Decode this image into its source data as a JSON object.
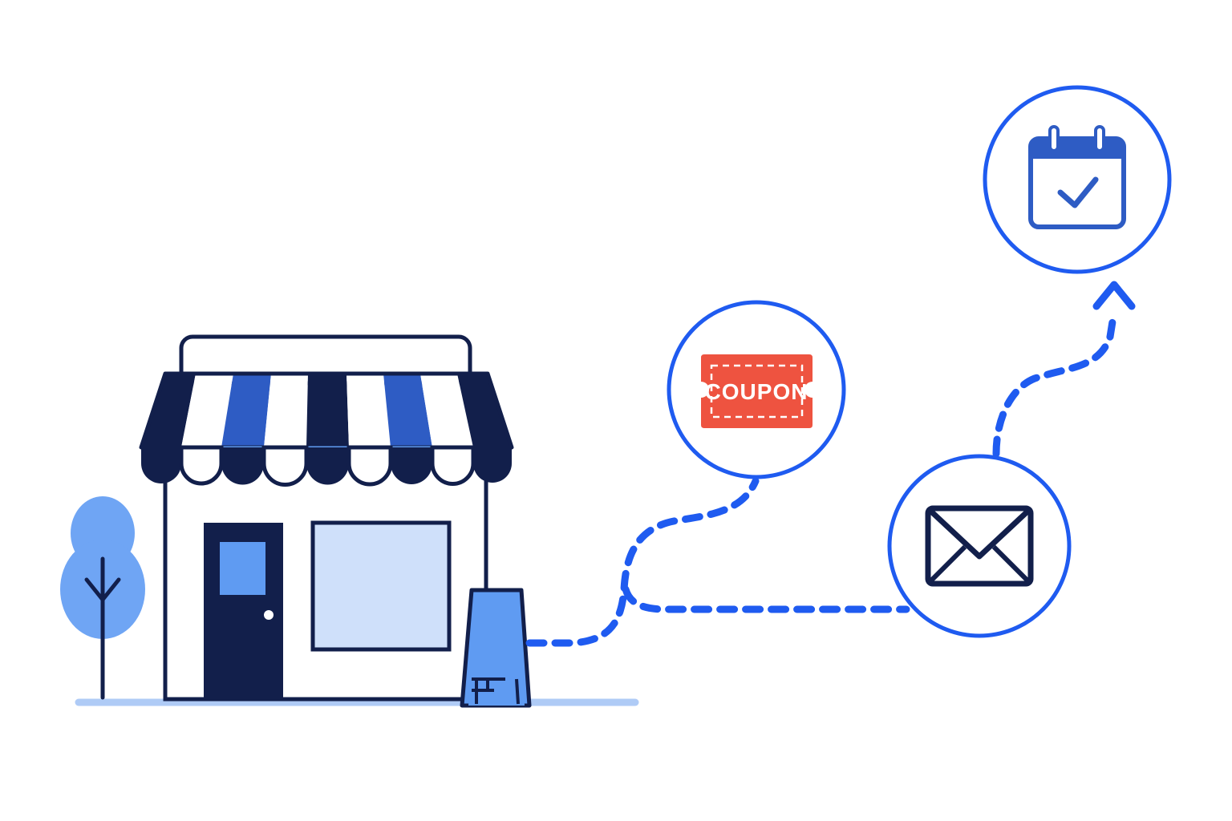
{
  "colors": {
    "navy": "#121F4B",
    "blue": "#2E5CC4",
    "accent": "#1F5BF0",
    "light_blue": "#5F9BF2",
    "pale_blue": "#CFE0FA",
    "ground": "#AFCBF6",
    "coupon_red": "#EE5340",
    "white": "#FFFFFF"
  },
  "storefront": {
    "icon": "storefront-icon",
    "awning": "striped-awning",
    "door": "shop-door",
    "window": "shop-window",
    "sign": "a-frame-sign",
    "tree": "tree-icon"
  },
  "nodes": [
    {
      "name": "coupon-node",
      "icon": "coupon-icon",
      "label": "COUPON"
    },
    {
      "name": "email-node",
      "icon": "envelope-icon"
    },
    {
      "name": "calendar-node",
      "icon": "calendar-check-icon"
    }
  ]
}
